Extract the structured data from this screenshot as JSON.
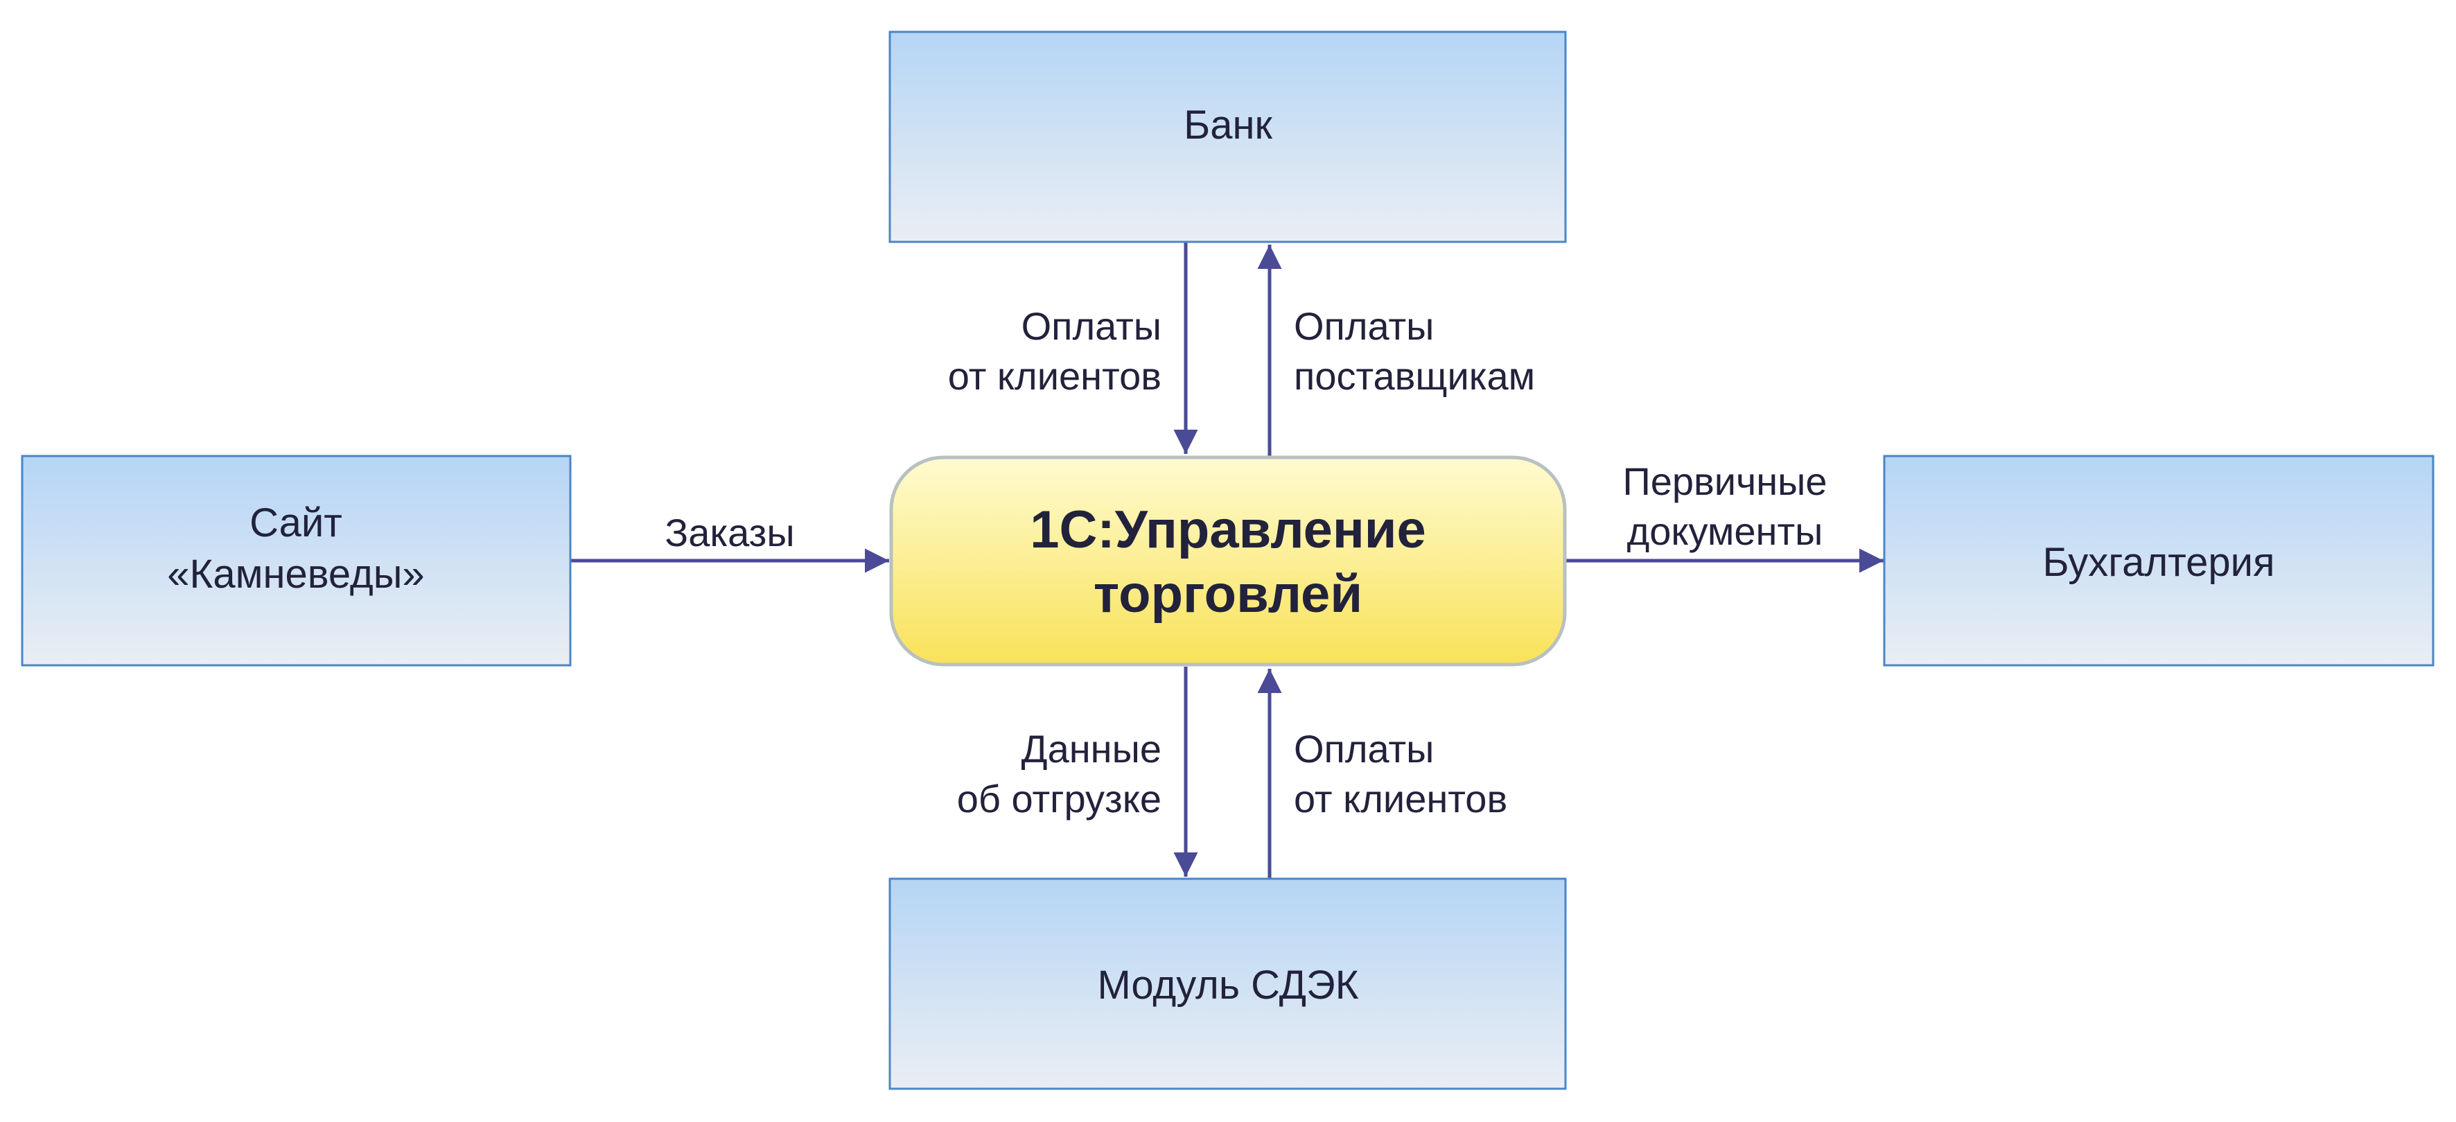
{
  "nodes": {
    "bank": {
      "lines": [
        "Банк"
      ]
    },
    "site": {
      "lines": [
        "Сайт",
        "«Камневеды»"
      ]
    },
    "center": {
      "lines": [
        "1С:Управление",
        "торговлей"
      ]
    },
    "accounting": {
      "lines": [
        "Бухгалтерия"
      ]
    },
    "cdek": {
      "lines": [
        "Модуль СДЭК"
      ]
    }
  },
  "flows": {
    "bank_to_center": {
      "lines": [
        "Оплаты",
        "от клиентов"
      ]
    },
    "center_to_bank": {
      "lines": [
        "Оплаты",
        "поставщикам"
      ]
    },
    "site_to_center": {
      "lines": [
        "Заказы"
      ]
    },
    "center_to_accounting": {
      "lines": [
        "Первичные",
        "документы"
      ]
    },
    "center_to_cdek": {
      "lines": [
        "Данные",
        "об отгрузке"
      ]
    },
    "cdek_to_center": {
      "lines": [
        "Оплаты",
        "от клиентов"
      ]
    }
  },
  "colors": {
    "box_gradient_top": "#b5d5f5",
    "box_gradient_bottom": "#eaeef4",
    "box_border": "#4a86c8",
    "center_gradient_top": "#fefbd0",
    "center_gradient_bottom": "#f9e25a",
    "center_border": "#b8c0c0",
    "arrow": "#4a4a96",
    "text": "#22223c"
  }
}
